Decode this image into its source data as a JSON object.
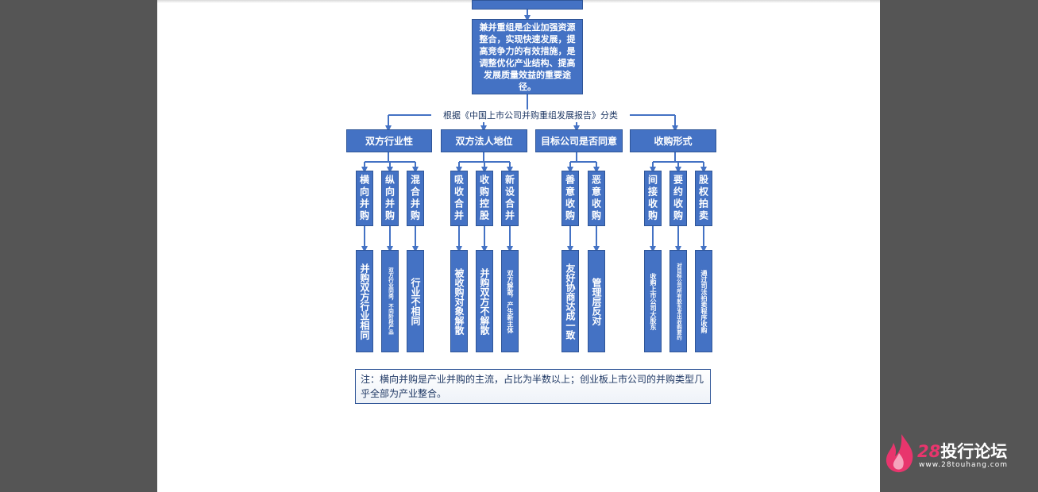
{
  "diagram": {
    "root_text": "兼并重组是企业加强资源整合，实现快速发展，提高竞争力的有效措施，是调整优化产业结构、提高发展质量效益的重要途径。",
    "classification_label": "根据《中国上市公司并购重组发展报告》分类",
    "categories": [
      {
        "label": "双方行业性",
        "subtypes": [
          {
            "label": "横向并购",
            "result": "并购双方行业相同"
          },
          {
            "label": "纵向并购",
            "result": "双方行业同类，不同阶段产品"
          },
          {
            "label": "混合并购",
            "result": "行业不相同"
          }
        ]
      },
      {
        "label": "双方法人地位",
        "subtypes": [
          {
            "label": "吸收合并",
            "result": "被收购对象解散"
          },
          {
            "label": "收购控股",
            "result": "并购双方不解散"
          },
          {
            "label": "新设合并",
            "result": "双方解散，产生新主体"
          }
        ]
      },
      {
        "label": "目标公司是否同意",
        "subtypes": [
          {
            "label": "善意收购",
            "result": "友好协商达成一致"
          },
          {
            "label": "恶意收购",
            "result": "管理层反对"
          }
        ]
      },
      {
        "label": "收购形式",
        "subtypes": [
          {
            "label": "间接收购",
            "result": "收购上市公司大股东"
          },
          {
            "label": "要约收购",
            "result": "对目标公司所有股东发出收购要约"
          },
          {
            "label": "股权拍卖",
            "result": "通过司法拍卖程序收购"
          }
        ]
      }
    ],
    "note": "注：横向并购是产业并购的主流，占比为半数以上；创业板上市公司的并购类型几乎全部为产业整合。"
  },
  "watermark": {
    "number": "28",
    "name": "投行论坛",
    "url": "www.28touhang.com"
  },
  "colors": {
    "box_fill": "#4472c4",
    "box_border": "#2f5597",
    "label_text": "#1f3864",
    "backdrop": "#555555",
    "brand": "#e8356d"
  }
}
